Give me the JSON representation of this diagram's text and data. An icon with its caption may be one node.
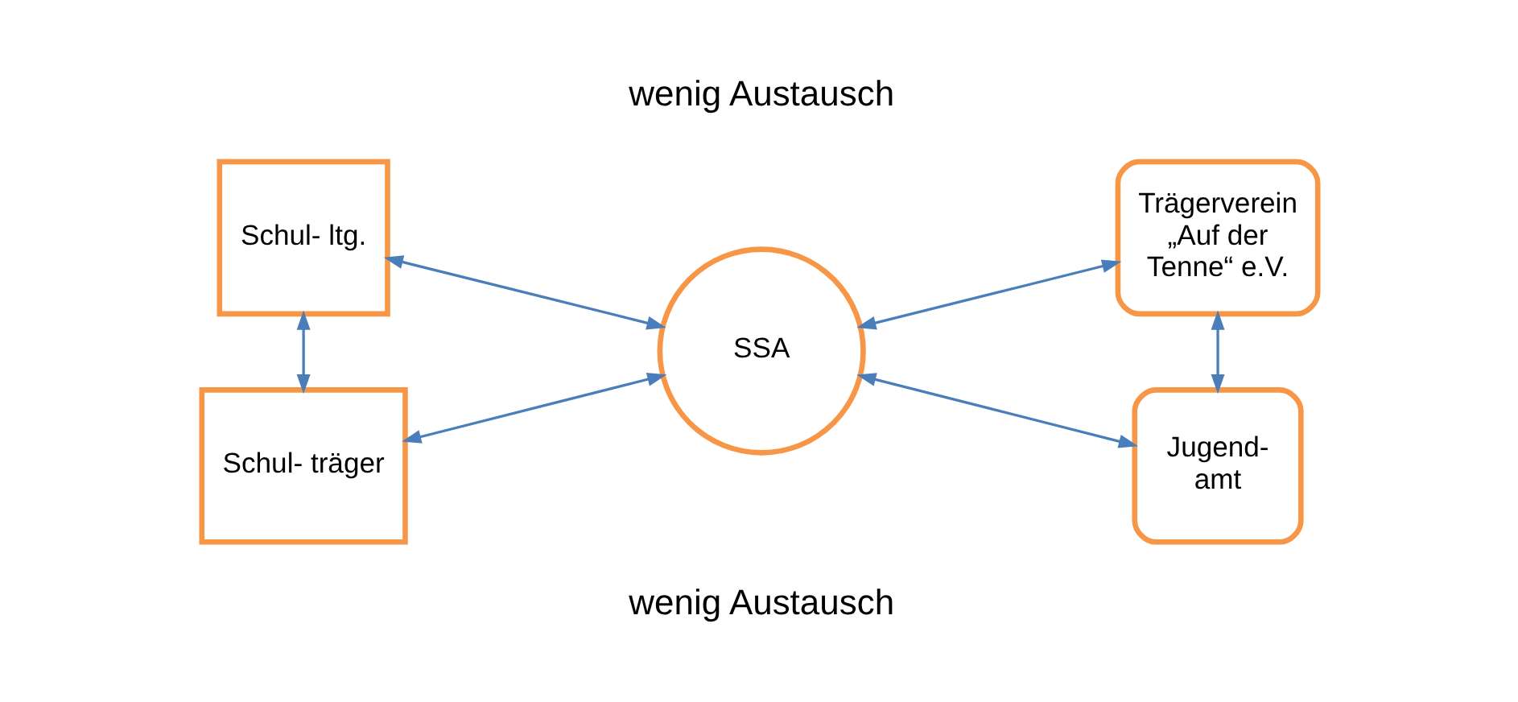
{
  "diagram": {
    "nodes": [
      {
        "text": [
          "Schul- ltg."
        ]
      },
      {
        "text": [
          "Schul- träger"
        ]
      },
      {
        "text": [
          "SSA"
        ]
      },
      {
        "text": [
          "Trägerverein „Auf der Tenne“ e.V."
        ]
      },
      {
        "text": [
          "Jugend- amt"
        ]
      }
    ],
    "edges": [
      {
        "from": 0,
        "to": 2,
        "arrow": "both"
      },
      {
        "from": 0,
        "to": 1,
        "arrow": "both"
      },
      {
        "from": 1,
        "to": 2,
        "arrow": "both"
      },
      {
        "from": 2,
        "to": 3,
        "arrow": "both"
      },
      {
        "from": 3,
        "to": 4,
        "arrow": "both"
      },
      {
        "from": 2,
        "to": 4,
        "arrow": "both"
      }
    ],
    "labels": [
      "wenig Austausch",
      "wenig Austausch"
    ]
  }
}
